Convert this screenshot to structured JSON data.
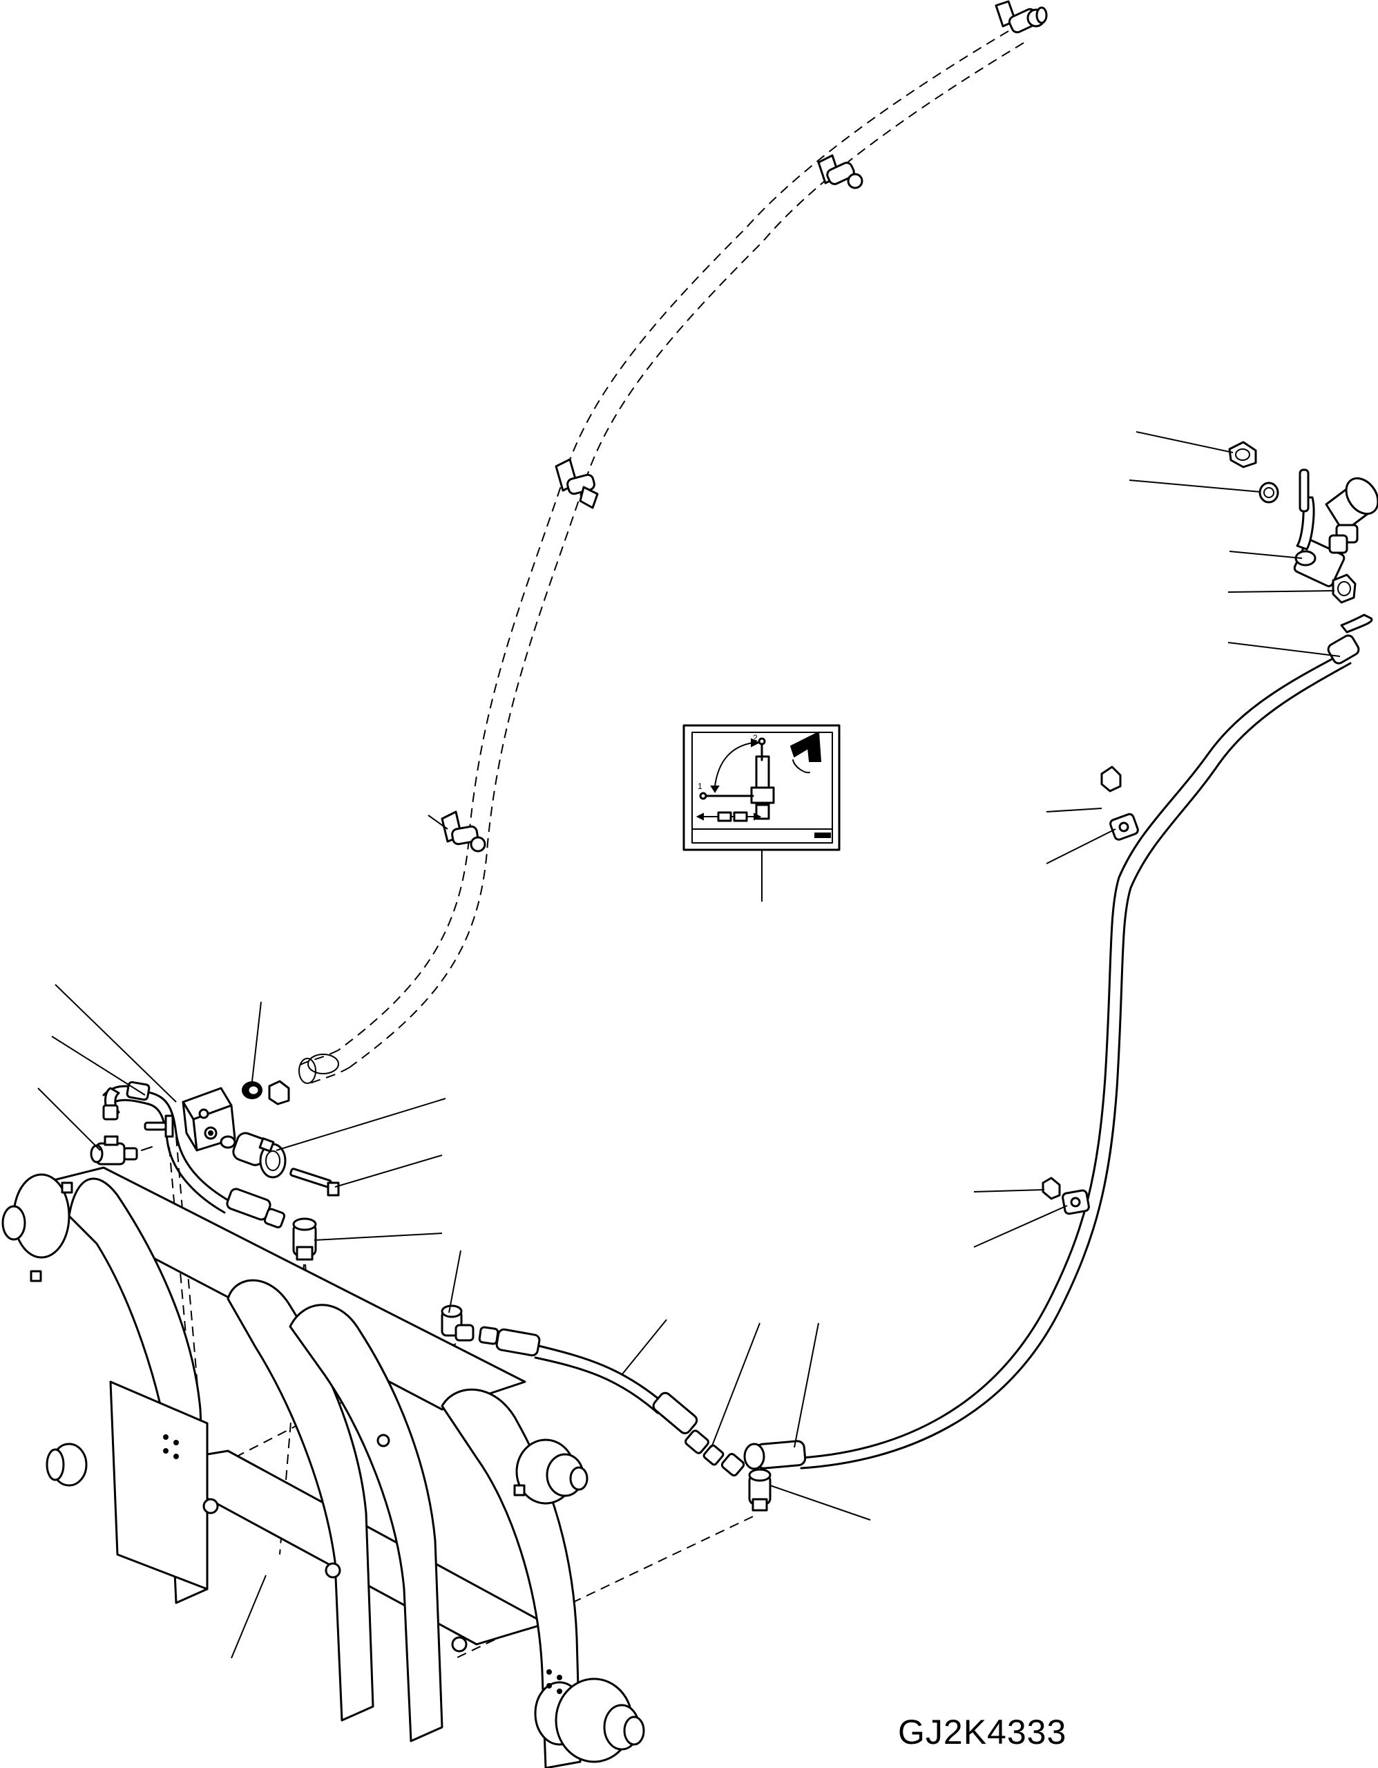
{
  "drawing": {
    "code": "GJ2K4333",
    "label_plate": {
      "marks": [
        "1",
        "2"
      ]
    }
  }
}
